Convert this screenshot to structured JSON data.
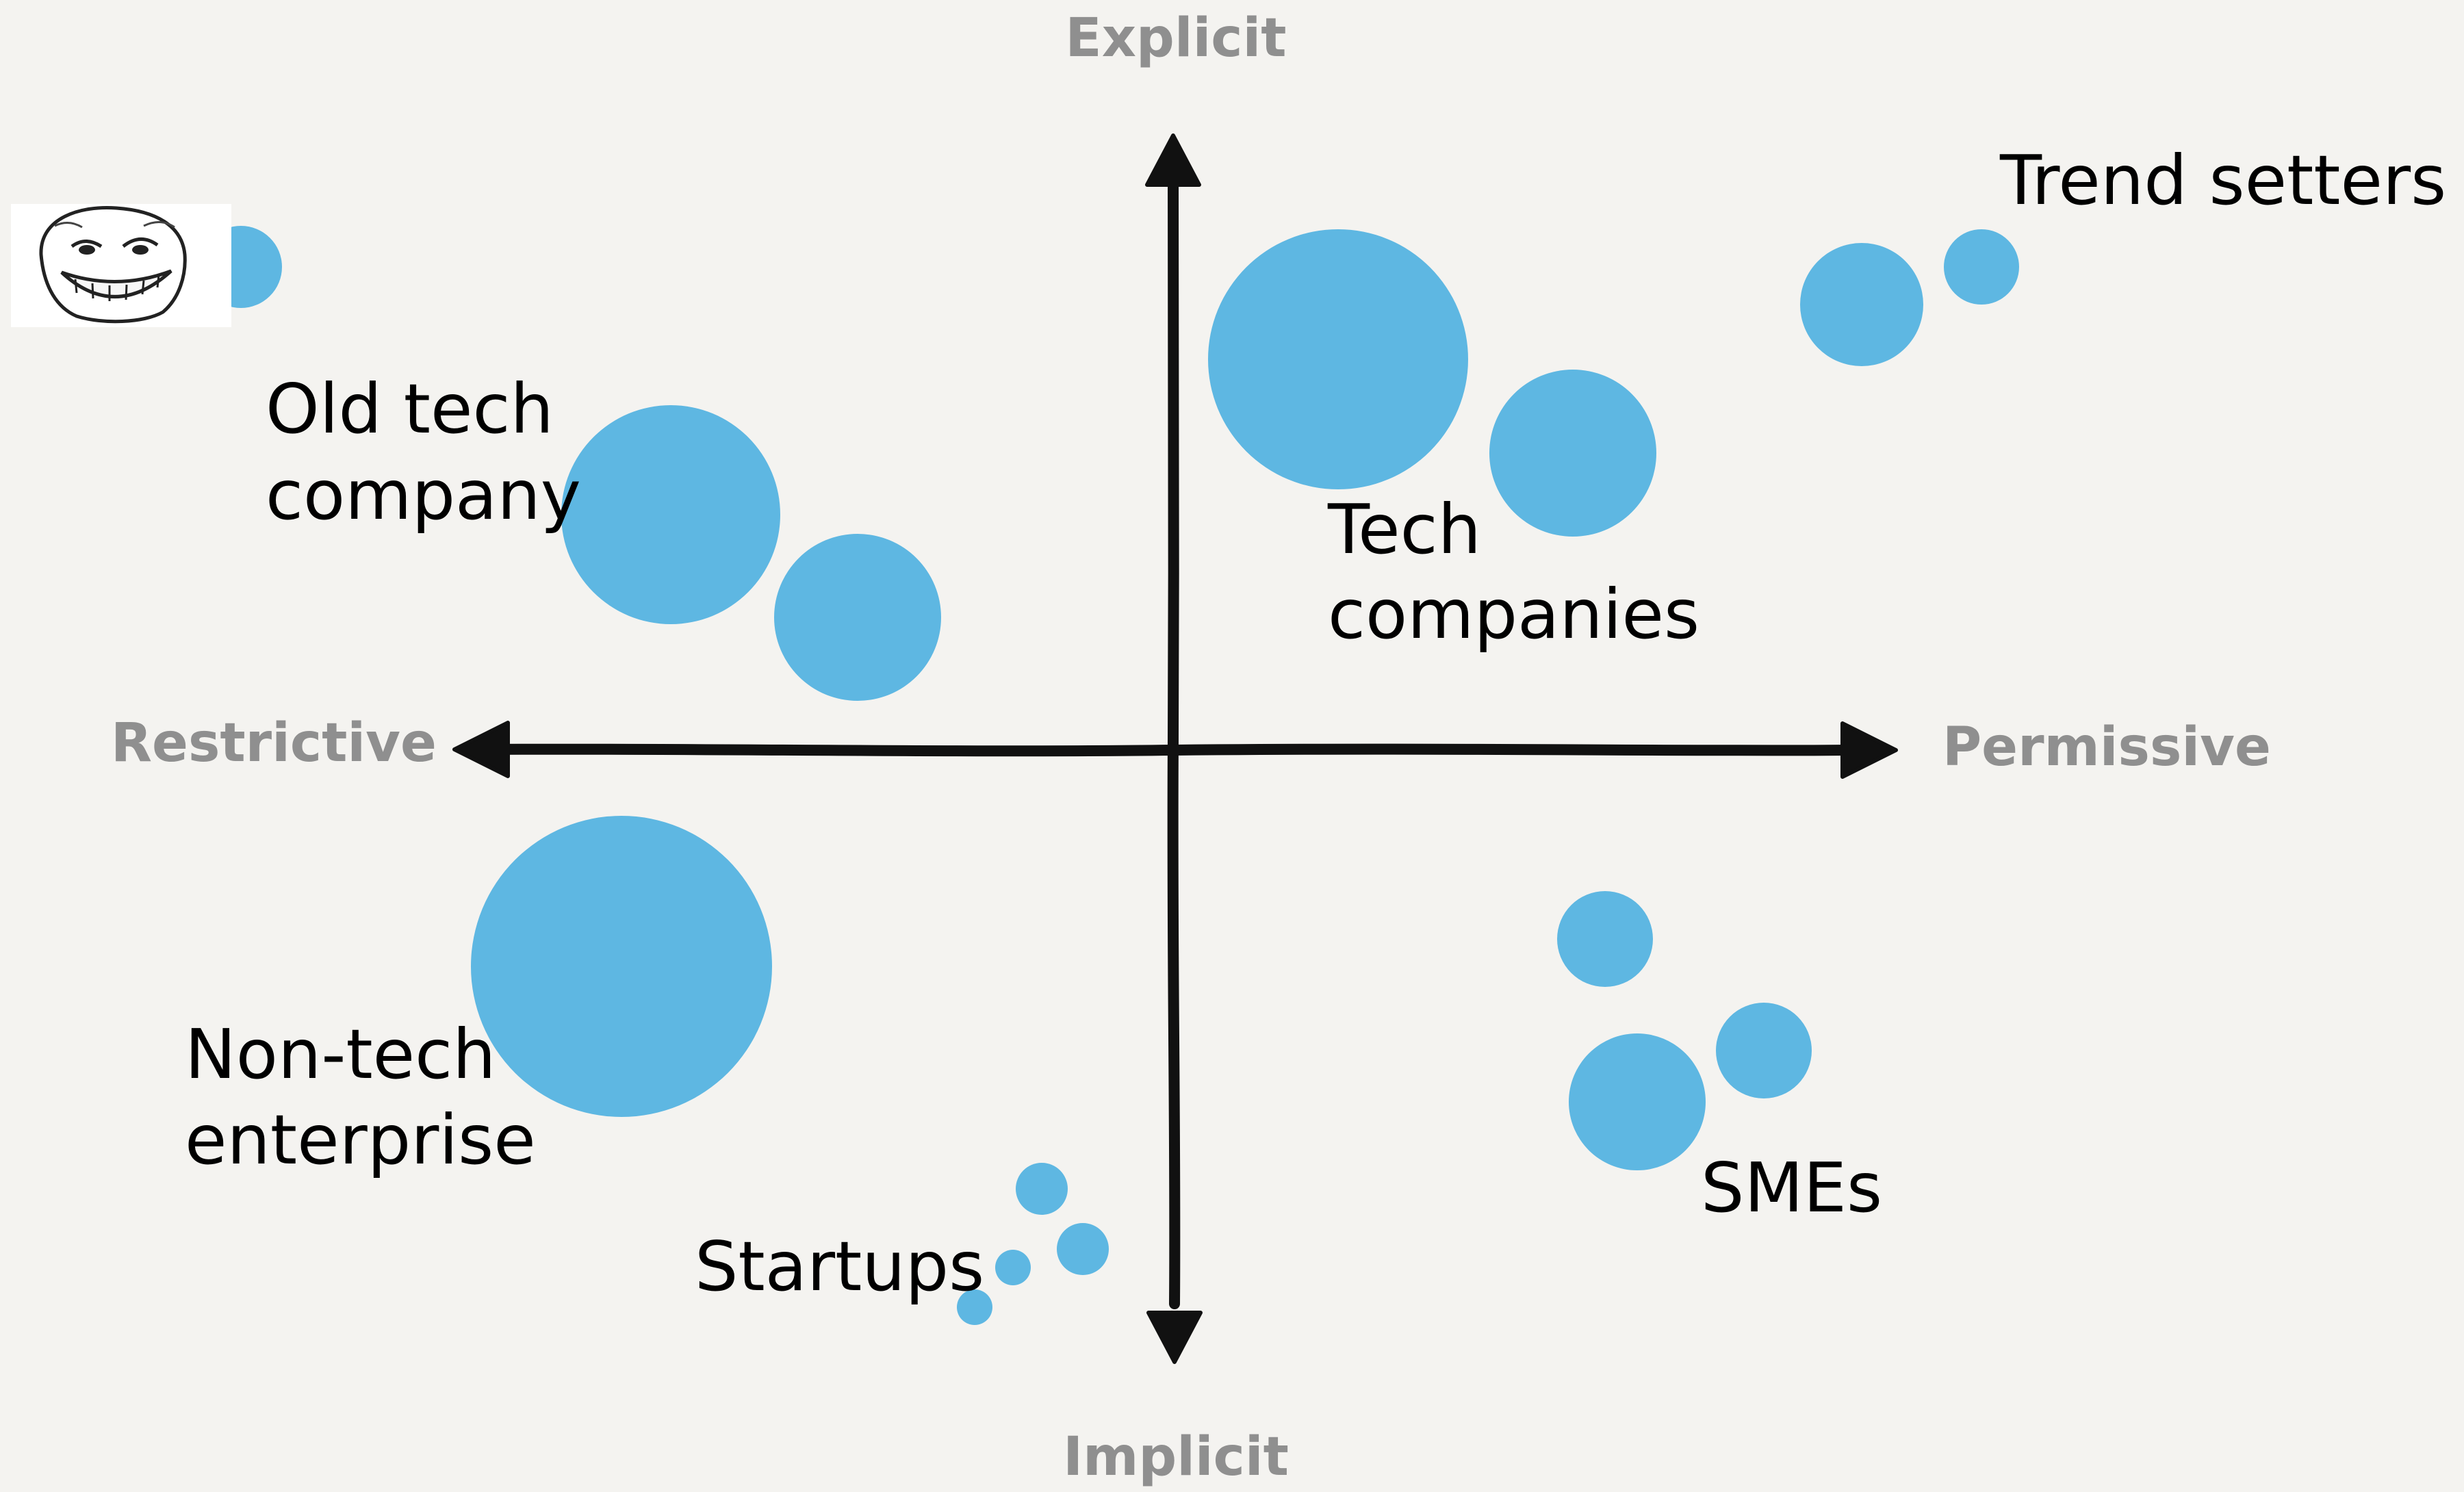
{
  "axes": {
    "top": "Explicit",
    "bottom": "Implicit",
    "left": "Restrictive",
    "right": "Permissive"
  },
  "groups": {
    "old_tech": [
      "Old tech",
      "company"
    ],
    "tech": [
      "Tech",
      "companies"
    ],
    "trend": [
      "Trend setters"
    ],
    "nontech": [
      "Non-tech",
      "enterprise"
    ],
    "startups": [
      "Startups"
    ],
    "smes": [
      "SMEs"
    ]
  },
  "icons": {
    "meme": "troll-face-icon"
  },
  "colors": {
    "bubble": "#5eb7e2",
    "background": "#f4f3f0",
    "axis_label": "#8f8f8f",
    "axis_line": "#111111",
    "label": "#000000"
  }
}
